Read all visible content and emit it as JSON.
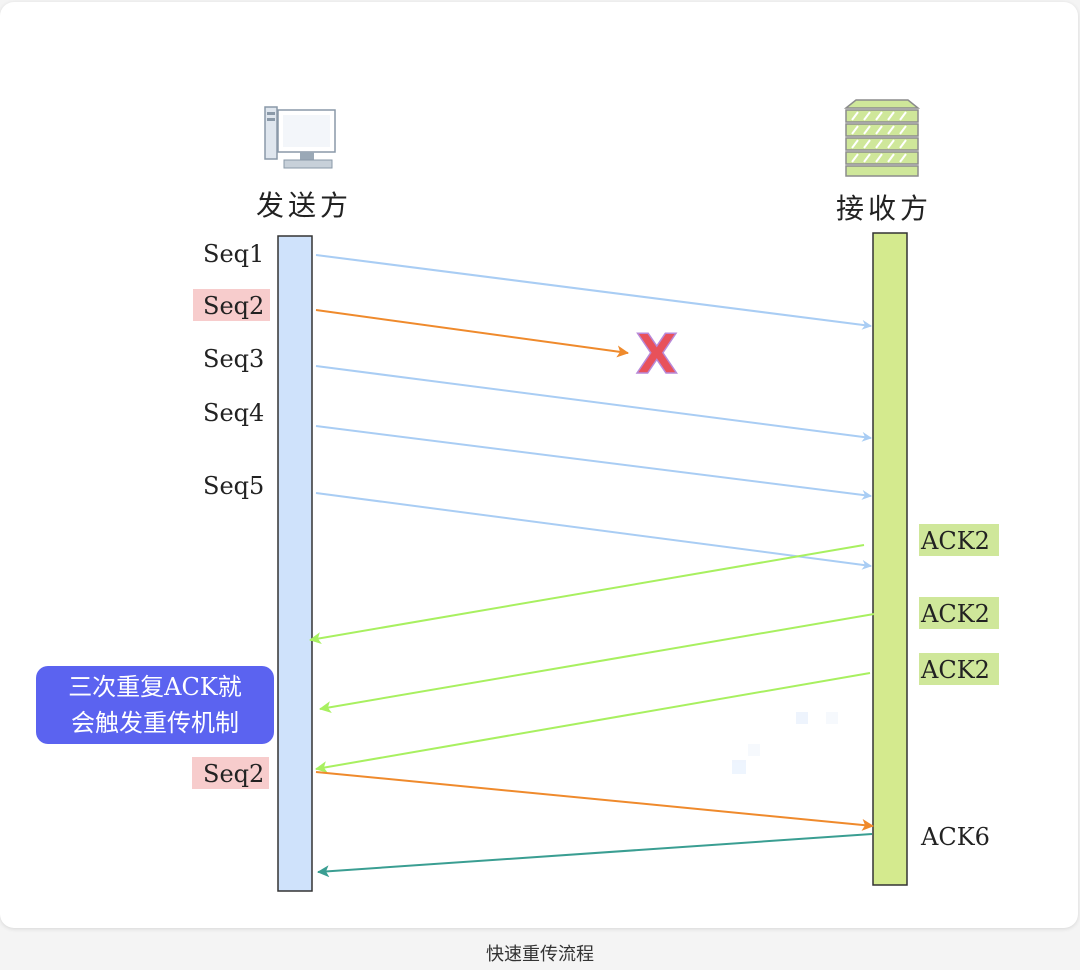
{
  "diagram": {
    "sender": {
      "label": "发送方",
      "icon": "desktop-computer-icon"
    },
    "receiver": {
      "label": "接收方",
      "icon": "server-icon"
    },
    "segments": [
      {
        "label": "Seq1",
        "highlight": false,
        "status": "delivered"
      },
      {
        "label": "Seq2",
        "highlight": true,
        "status": "lost"
      },
      {
        "label": "Seq3",
        "highlight": false,
        "status": "delivered"
      },
      {
        "label": "Seq4",
        "highlight": false,
        "status": "delivered"
      },
      {
        "label": "Seq5",
        "highlight": false,
        "status": "delivered"
      },
      {
        "label": "Seq2",
        "highlight": true,
        "status": "retransmitted"
      }
    ],
    "acks": [
      {
        "label": "ACK2",
        "highlight": true
      },
      {
        "label": "ACK2",
        "highlight": true
      },
      {
        "label": "ACK2",
        "highlight": true
      },
      {
        "label": "ACK6",
        "highlight": false
      }
    ],
    "loss_marker": "X",
    "note": {
      "line1": "三次重复ACK就",
      "line2": "会触发重传机制"
    }
  },
  "colors": {
    "sender_bar": "#cfe2fb",
    "receiver_bar": "#d4ea8e",
    "data_arrow": "#a9cdf4",
    "retransmit_arrow": "#ef8a2c",
    "dup_ack_arrow": "#a8f060",
    "final_ack_arrow": "#3a9e92",
    "seq_highlight": "#f7cccc",
    "ack_highlight": "#cfe79a",
    "loss_marker": "#e8515a",
    "note_bg": "#5b63f0"
  },
  "caption": "快速重传流程"
}
